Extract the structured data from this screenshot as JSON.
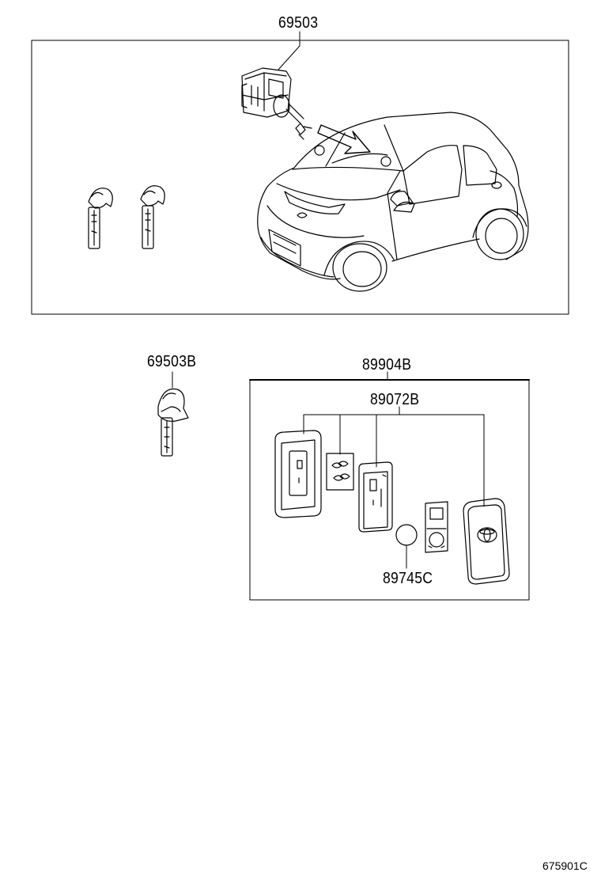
{
  "parts": {
    "lock_set": "69503",
    "key_blank": "69503B",
    "smart_key_set": "89904B",
    "transmitter_housing": "89072B",
    "battery": "89745C"
  },
  "figure_code": "675901C"
}
